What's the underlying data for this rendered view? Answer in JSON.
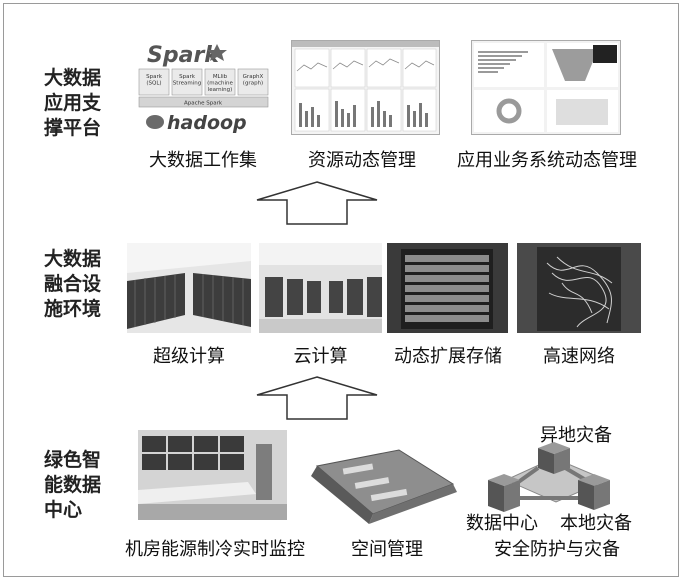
{
  "sections": {
    "platform": {
      "label": "大数据\n应用支\n撑平台"
    },
    "infrastructure": {
      "label": "大数据\n融合设\n施环境"
    },
    "datacenter": {
      "label": "绿色智\n能数据\n中心"
    }
  },
  "platform_items": [
    {
      "caption": "大数据工作集"
    },
    {
      "caption": "资源动态管理"
    },
    {
      "caption": "应用业务系统动态管理"
    }
  ],
  "spark_stack": {
    "logo": "Spark",
    "modules": [
      "Spark\n(SQL)",
      "Spark\nStreaming",
      "MLlib\n(machine\nlearning)",
      "GraphX\n(graph)"
    ],
    "base": "Apache Spark",
    "hadoop": "hadoop"
  },
  "infra_items": [
    {
      "caption": "超级计算"
    },
    {
      "caption": "云计算"
    },
    {
      "caption": "动态扩展存储"
    },
    {
      "caption": "高速网络"
    }
  ],
  "dc_items": [
    {
      "caption": "机房能源制冷实时监控"
    },
    {
      "caption": "空间管理"
    }
  ],
  "network_labels": {
    "remote": "异地灾备",
    "center": "数据中心",
    "local": "本地灾备",
    "security": "安全防护与灾备"
  }
}
